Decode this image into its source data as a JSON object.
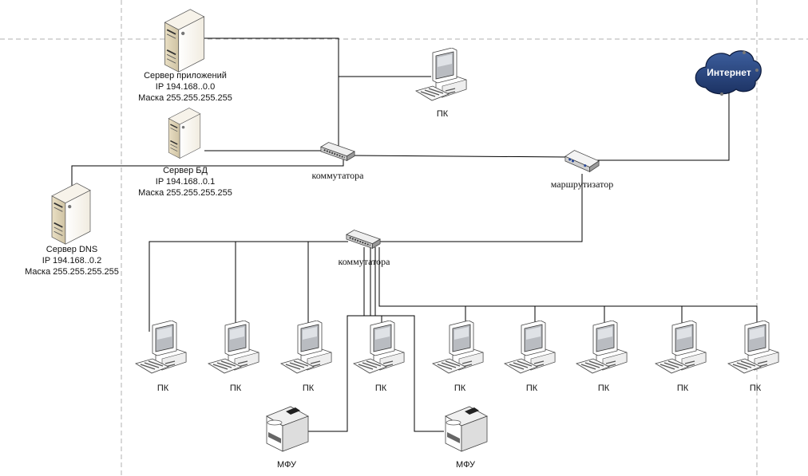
{
  "servers": {
    "app": {
      "name": "Сервер приложений",
      "ip": "IP 194.168..0.0",
      "mask": "Маска 255.255.255.255"
    },
    "db": {
      "name": "Сервер БД",
      "ip": "IP 194.168..0.1",
      "mask": "Маска 255.255.255.255"
    },
    "dns": {
      "name": "Сервер DNS",
      "ip": "IP 194.168..0.2",
      "mask": "Маска 255.255.255.255"
    }
  },
  "switches": {
    "top": {
      "label": "коммутатора"
    },
    "bottom": {
      "label": "коммутатора"
    }
  },
  "router": {
    "label": "маршрутизатор"
  },
  "internet": {
    "label": "Интернет"
  },
  "pcs": {
    "top": {
      "label": "ПК"
    },
    "bottom": [
      {
        "label": "ПК"
      },
      {
        "label": "ПК"
      },
      {
        "label": "ПК"
      },
      {
        "label": "ПК"
      },
      {
        "label": "ПК"
      },
      {
        "label": "ПК"
      },
      {
        "label": "ПК"
      },
      {
        "label": "ПК"
      },
      {
        "label": "ПК"
      }
    ]
  },
  "printers": [
    {
      "label": "МФУ"
    },
    {
      "label": "МФУ"
    }
  ]
}
